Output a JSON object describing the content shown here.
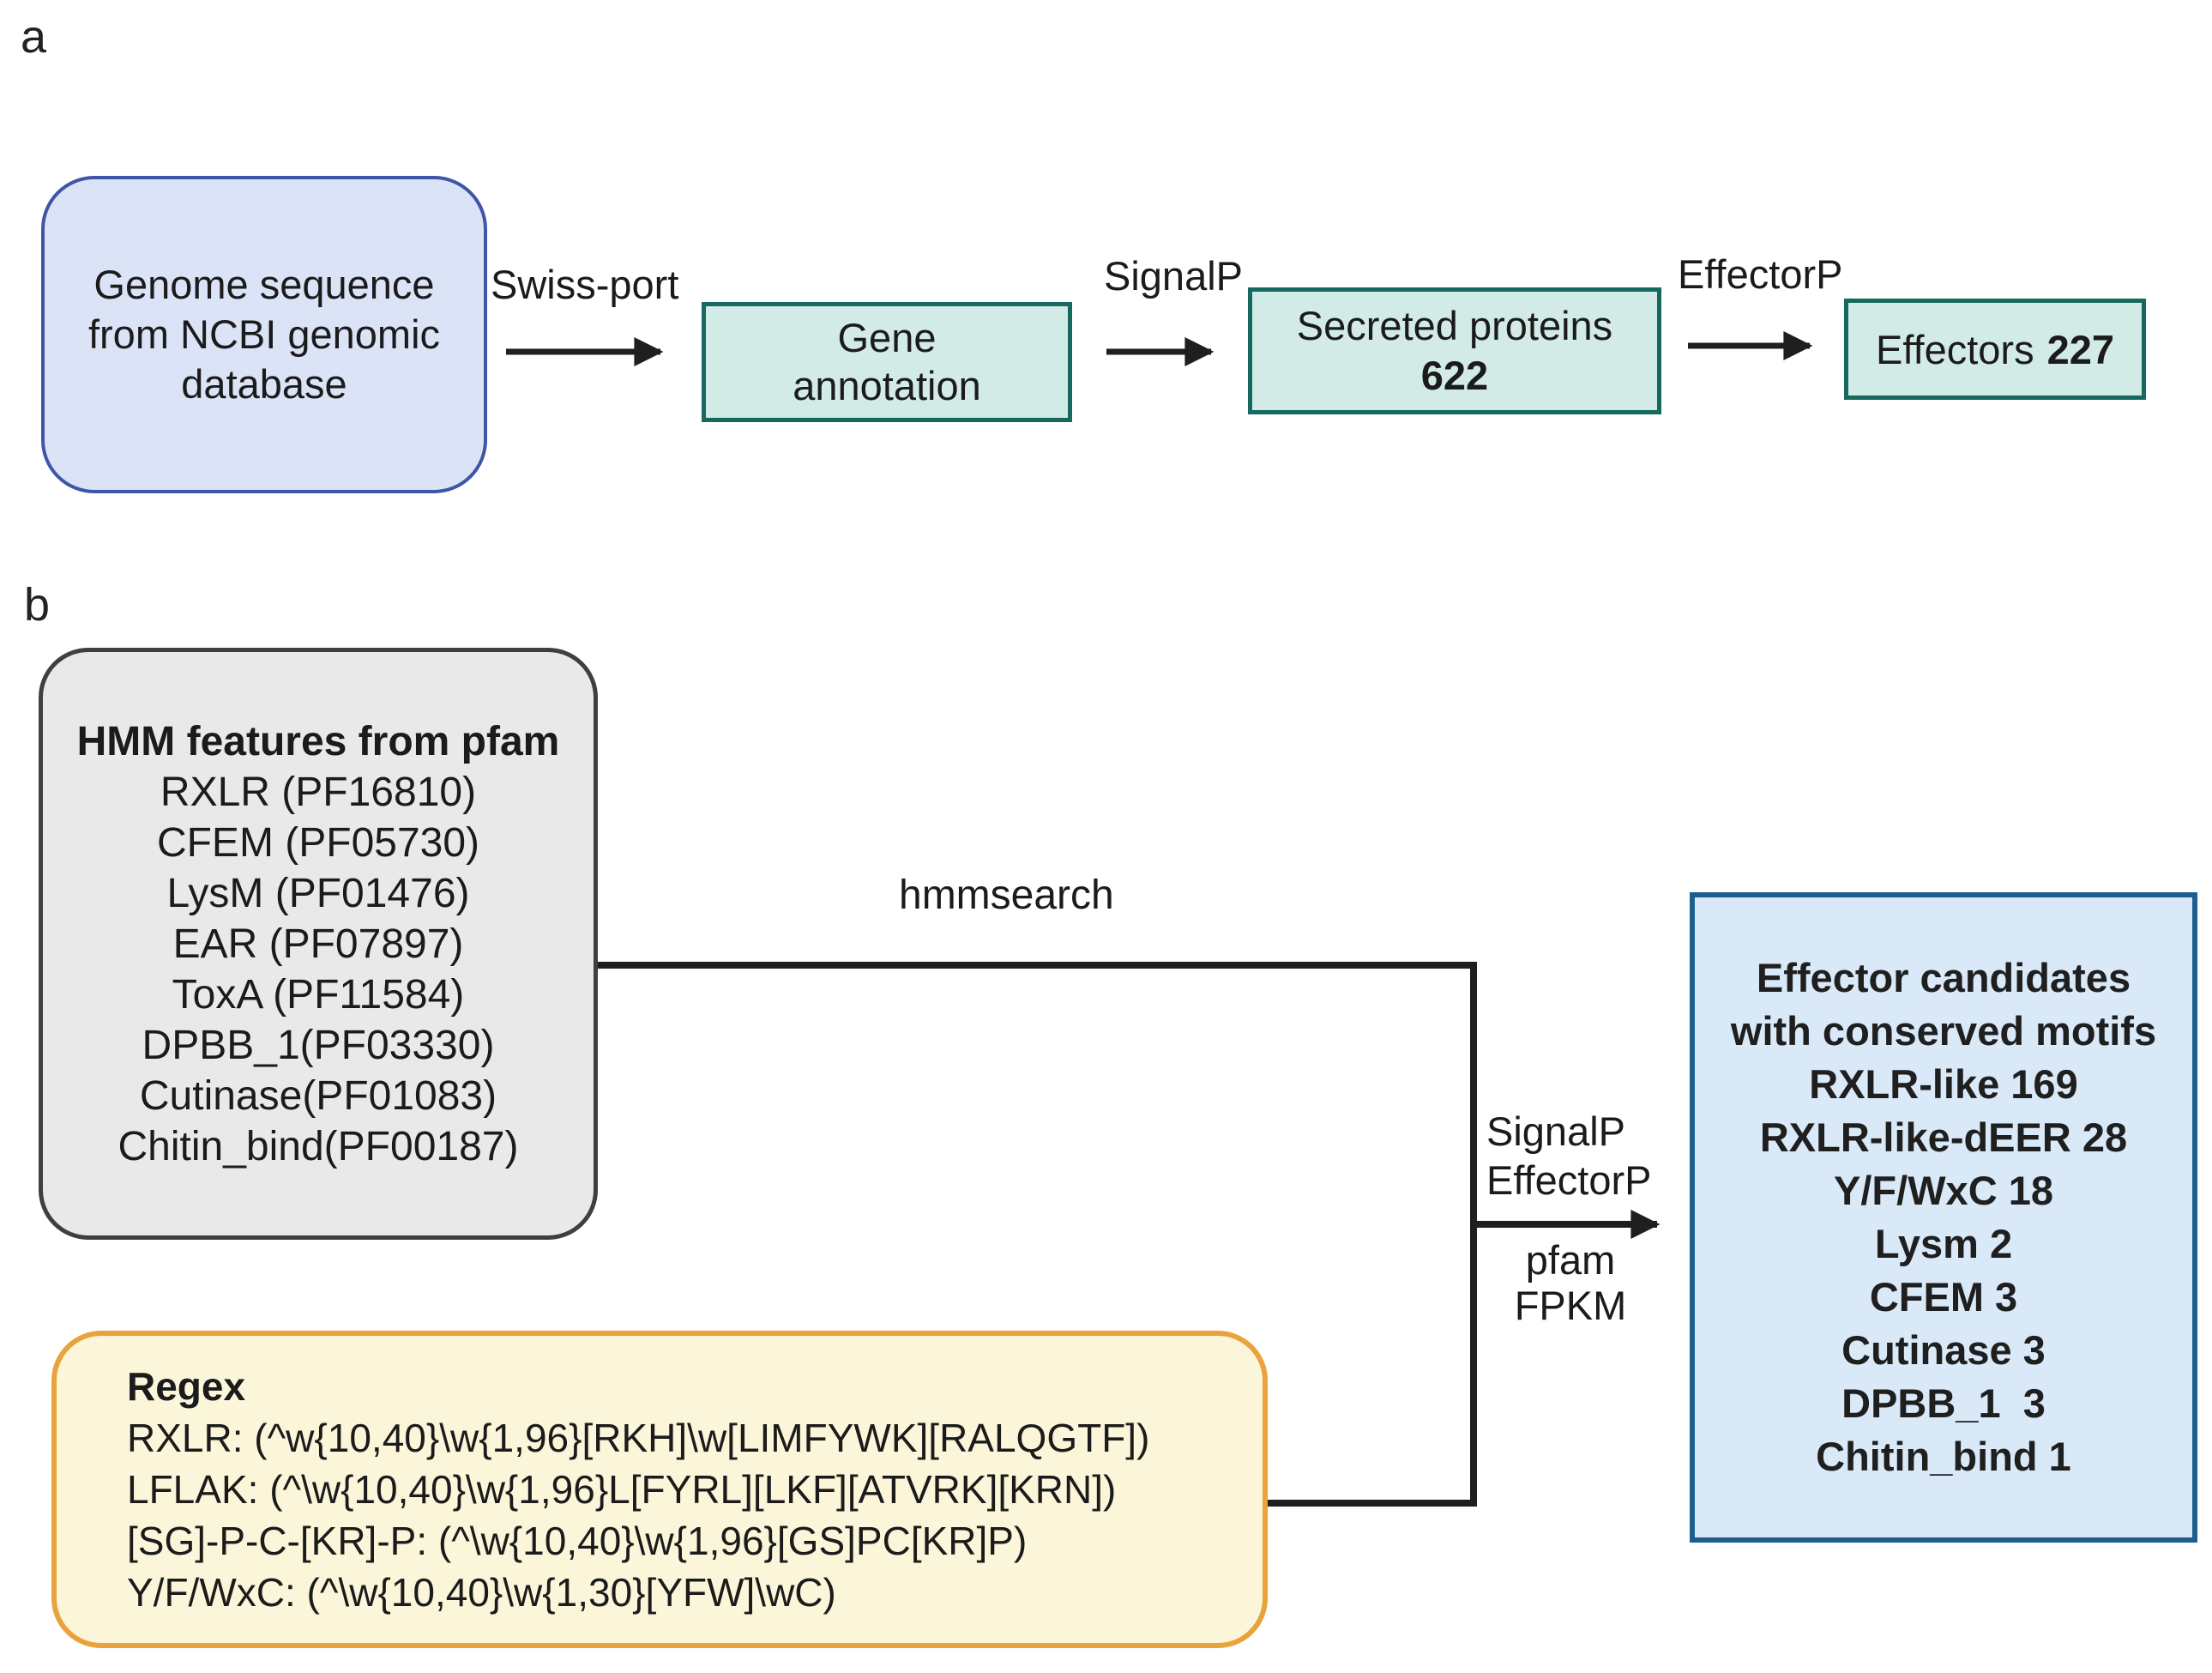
{
  "colors": {
    "blue_a_fill": "#DBE4F7",
    "blue_a_border": "#3D56A6",
    "teal_fill": "#D2EBE6",
    "teal_border": "#16695E",
    "gray_fill": "#E9E9E9",
    "gray_border": "#3F3F3F",
    "yellow_fill": "#FBF6D9",
    "yellow_border": "#E9A23C",
    "blue_b_fill": "#D9E9F8",
    "blue_b_border": "#1D5E8F",
    "line_color": "#1F1F1F"
  },
  "panel_a": {
    "label": "a",
    "genome_box_lines": [
      "Genome sequence",
      "from NCBI genomic",
      "database"
    ],
    "swissport_label": "Swiss-port",
    "gene_box_lines": [
      "Gene",
      "annotation"
    ],
    "signalp_label": "SignalP",
    "secreted_box_label": "Secreted proteins",
    "secreted_box_count": "622",
    "effectorp_label": "EffectorP",
    "effectors_box_label": "Effectors",
    "effectors_box_count": "227"
  },
  "panel_b": {
    "label": "b",
    "hmm_box_title": "HMM features from pfam",
    "hmm_box_items": [
      "RXLR (PF16810)",
      "CFEM (PF05730)",
      "LysM (PF01476)",
      "EAR (PF07897)",
      "ToxA (PF11584)",
      "DPBB_1(PF03330)",
      "Cutinase(PF01083)",
      "Chitin_bind(PF00187)"
    ],
    "hmmsearch_label": "hmmsearch",
    "merge_labels_top": [
      "SignalP",
      "EffectorP"
    ],
    "merge_labels_bottom": [
      "pfam",
      "FPKM"
    ],
    "regex_box_title": "Regex",
    "regex_box_items": [
      "RXLR: (^w{10,40}\\w{1,96}[RKH]\\w[LIMFYWK][RALQGTF])",
      "LFLAK: (^\\w{10,40}\\w{1,96}L[FYRL][LKF][ATVRK][KRN])",
      "[SG]-P-C-[KR]-P: (^\\w{10,40}\\w{1,96}[GS]PC[KR]P)",
      "Y/F/WxC: (^\\w{10,40}\\w{1,30}[YFW]\\wC)"
    ],
    "result_box_title_lines": [
      "Effector candidates",
      "with conserved motifs"
    ],
    "result_box_items": [
      "RXLR-like 169",
      "RXLR-like-dEER 28",
      "Y/F/WxC 18",
      "Lysm 2",
      "CFEM 3",
      "Cutinase 3",
      "DPBB_1  3",
      "Chitin_bind 1"
    ]
  }
}
